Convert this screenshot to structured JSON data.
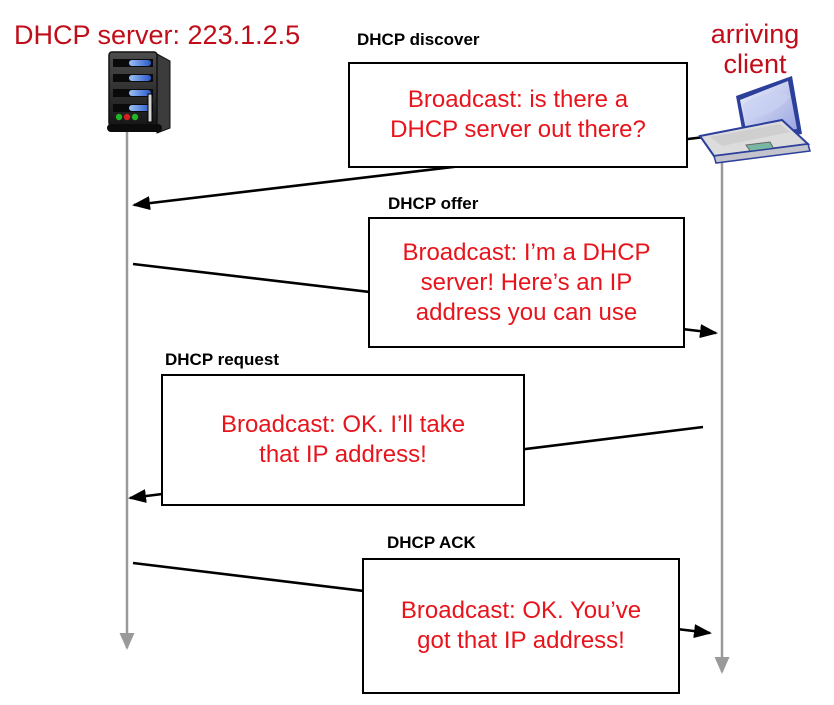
{
  "diagram_type": "sequence-diagram",
  "actors": {
    "server": {
      "label": "DHCP server: 223.1.2.5",
      "icon": "server-tower-icon"
    },
    "client": {
      "label": "arriving\nclient",
      "icon": "laptop-icon"
    }
  },
  "messages": [
    {
      "label": "DHCP discover",
      "text": "Broadcast: is there a\nDHCP server out there?",
      "direction": "client-to-server"
    },
    {
      "label": "DHCP offer",
      "text": "Broadcast: I’m a DHCP\nserver! Here’s an IP\naddress you can use",
      "direction": "server-to-client"
    },
    {
      "label": "DHCP request",
      "text": "Broadcast: OK.  I’ll take\nthat IP address!",
      "direction": "client-to-server"
    },
    {
      "label": "DHCP ACK",
      "text": "Broadcast: OK.  You’ve\ngot that IP address!",
      "direction": "server-to-client"
    }
  ],
  "colors": {
    "heading_red": "#c00d1a",
    "box_text_red": "#e8141c",
    "message_line": "#000000",
    "lifeline_gray": "#9a9a9a",
    "box_border": "#000000",
    "background": "#ffffff"
  }
}
